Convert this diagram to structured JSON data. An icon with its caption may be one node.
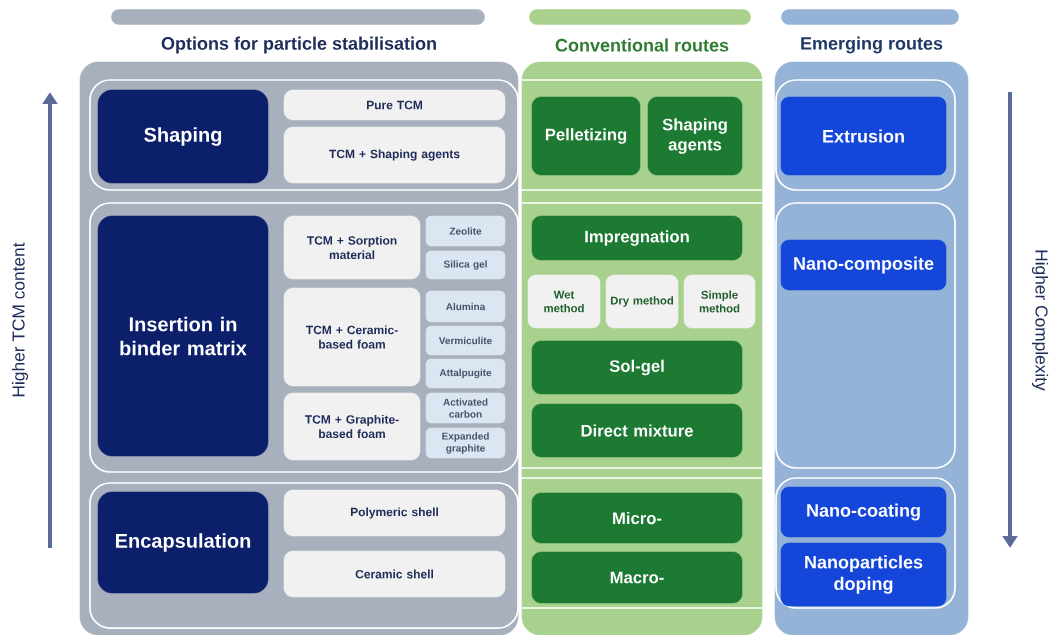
{
  "diagram": {
    "nodes": [
      {
        "text": [
          "Options for particle stabilisation"
        ]
      },
      {
        "text": [
          "Conventional routes"
        ]
      },
      {
        "text": [
          "Emerging routes"
        ]
      },
      {
        "text": [],
        "shape": "box",
        "in": 0
      },
      {
        "text": [],
        "shape": "box",
        "in": 0
      },
      {
        "text": [],
        "shape": "box",
        "in": 0
      },
      {
        "text": [
          "Shaping"
        ],
        "in": 3
      },
      {
        "text": [
          "Pure TCM"
        ],
        "in": 3
      },
      {
        "text": [
          "TCM + Shaping agents"
        ],
        "in": 3
      },
      {
        "text": [
          "Insertion in binder matrix"
        ],
        "in": 4
      },
      {
        "text": [
          "TCM + Sorption material"
        ],
        "in": 4
      },
      {
        "text": [
          "TCM + Ceramic-based foam"
        ],
        "in": 4
      },
      {
        "text": [
          "TCM + Graphite-based foam"
        ],
        "in": 4
      },
      {
        "text": [
          "Zeolite"
        ],
        "in": 4
      },
      {
        "text": [
          "Silica gel"
        ],
        "in": 4
      },
      {
        "text": [
          "Alumina"
        ],
        "in": 4
      },
      {
        "text": [
          "Vermiculite"
        ],
        "in": 4
      },
      {
        "text": [
          "Attalpugite"
        ],
        "in": 4
      },
      {
        "text": [
          "Activated carbon"
        ],
        "in": 4
      },
      {
        "text": [
          "Expanded graphite"
        ],
        "in": 4
      },
      {
        "text": [
          "Encapsulation"
        ],
        "in": 5
      },
      {
        "text": [
          "Polymeric shell"
        ],
        "in": 5
      },
      {
        "text": [
          "Ceramic shell"
        ],
        "in": 5
      },
      {
        "text": [
          "Pelletizing"
        ],
        "in": 1
      },
      {
        "text": [
          "Shaping agents"
        ],
        "in": 1
      },
      {
        "text": [
          "Impregnation"
        ],
        "in": 1
      },
      {
        "text": [
          "Wet method"
        ],
        "in": 1
      },
      {
        "text": [
          "Dry method"
        ],
        "in": 1
      },
      {
        "text": [
          "Simple method"
        ],
        "in": 1
      },
      {
        "text": [
          "Sol-gel"
        ],
        "in": 1
      },
      {
        "text": [
          "Direct mixture"
        ],
        "in": 1
      },
      {
        "text": [
          "Micro-"
        ],
        "in": 1
      },
      {
        "text": [
          "Macro-"
        ],
        "in": 1
      },
      {
        "text": [],
        "shape": "box",
        "in": 2
      },
      {
        "text": [],
        "shape": "box",
        "in": 2
      },
      {
        "text": [],
        "shape": "box",
        "in": 2
      },
      {
        "text": [
          "Extrusion"
        ],
        "in": 33
      },
      {
        "text": [
          "Nano-composite"
        ],
        "in": 34
      },
      {
        "text": [
          "Nano-coating"
        ],
        "in": 35
      },
      {
        "text": [
          "Nanoparticles doping"
        ],
        "in": 35
      },
      {
        "text": [],
        "shape": "bar"
      },
      {
        "text": [],
        "shape": "bar"
      },
      {
        "text": [],
        "shape": "bar"
      }
    ],
    "labels": [
      "Higher TCM content",
      "Higher Complexity"
    ]
  }
}
